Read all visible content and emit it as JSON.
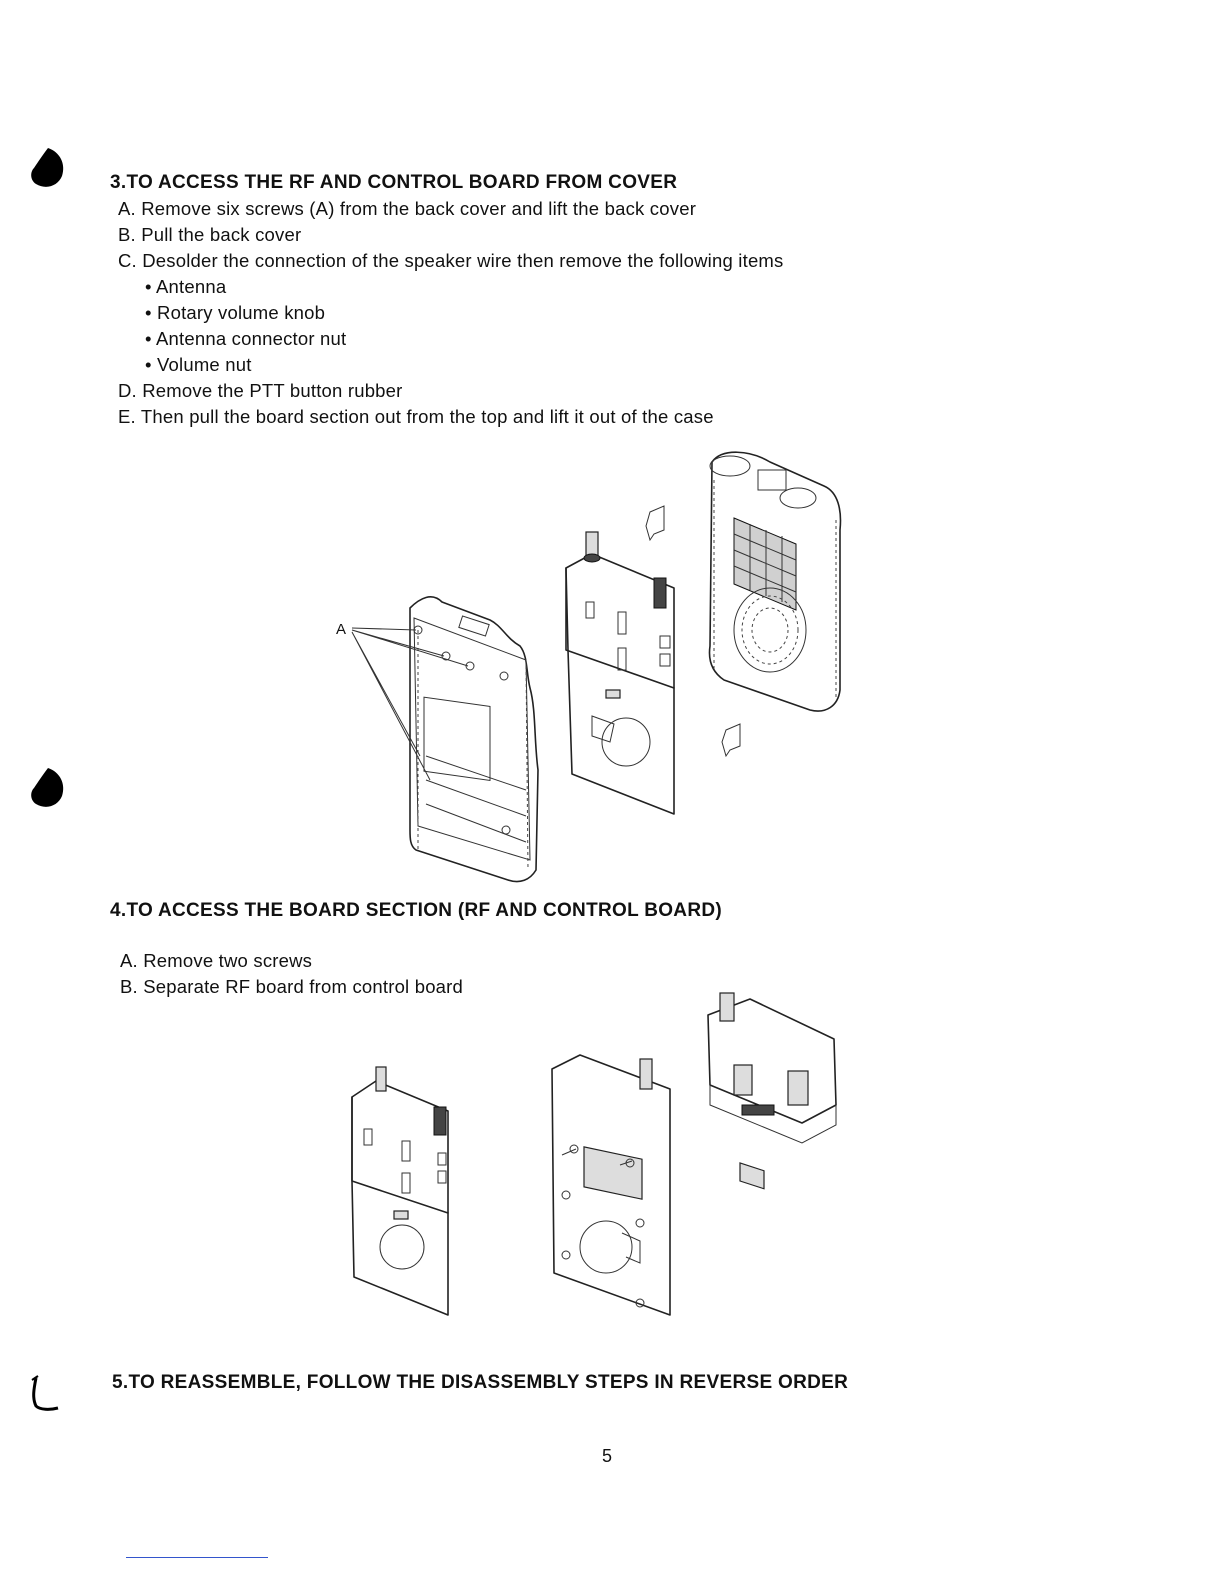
{
  "section3": {
    "heading": "3.TO ACCESS THE RF AND CONTROL BOARD FROM COVER",
    "steps": [
      "A. Remove six screws (A) from the back cover and lift the back cover",
      "B. Pull the back cover",
      "C. Desolder the connection of the speaker wire then remove the following items"
    ],
    "bullets": [
      "• Antenna",
      "• Rotary volume knob",
      "• Antenna connector nut",
      "• Volume nut"
    ],
    "steps_after": [
      "D. Remove the PTT button rubber",
      "E. Then pull the board section out from the top and lift it out of the case"
    ],
    "callout_label": "A"
  },
  "section4": {
    "heading": "4.TO ACCESS THE BOARD SECTION (RF AND CONTROL BOARD)",
    "steps": [
      "A. Remove two screws",
      "B. Separate RF board from control board"
    ]
  },
  "section5": {
    "heading": "5.TO REASSEMBLE, FOLLOW THE DISASSEMBLY STEPS IN REVERSE ORDER"
  },
  "page_number": "5"
}
